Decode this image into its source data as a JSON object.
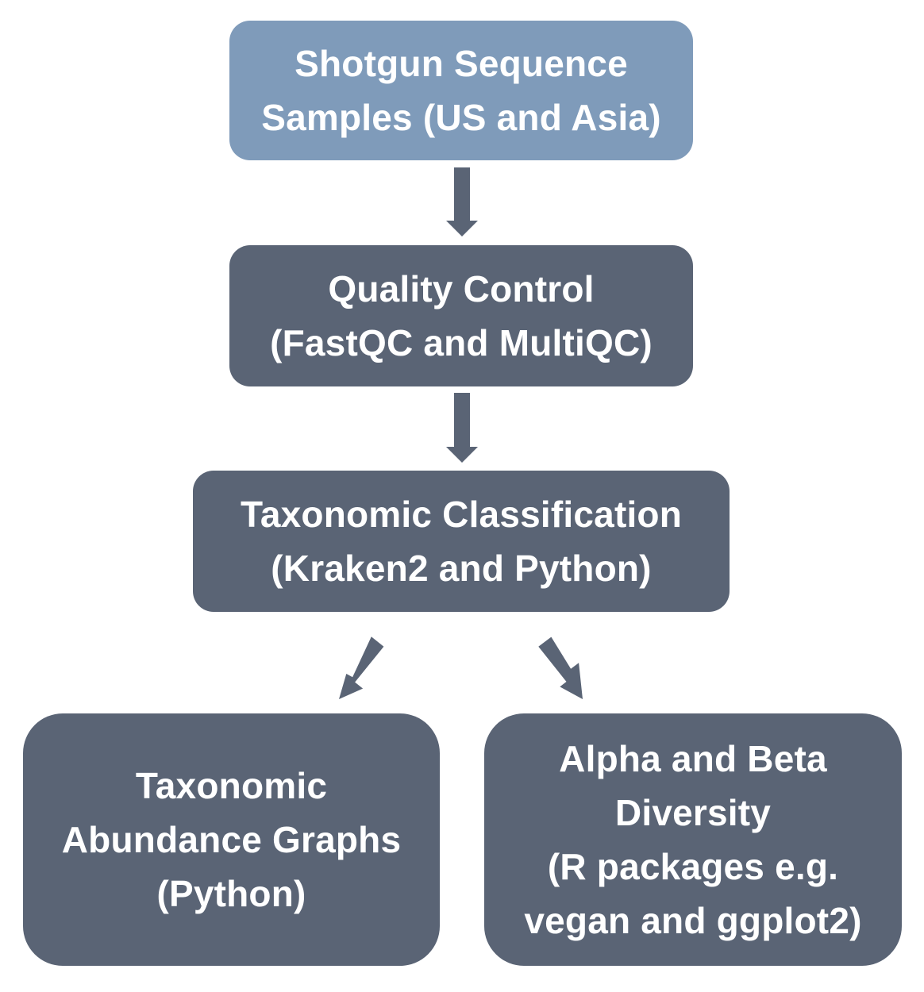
{
  "diagram": {
    "nodes": {
      "samples": {
        "lines": [
          "Shotgun Sequence",
          "Samples (US and Asia)"
        ]
      },
      "quality_control": {
        "lines": [
          "Quality Control",
          "(FastQC and MultiQC)"
        ]
      },
      "taxonomic_classification": {
        "lines": [
          "Taxonomic Classification",
          "(Kraken2 and Python)"
        ]
      },
      "abundance_graphs": {
        "lines": [
          "Taxonomic",
          "Abundance Graphs",
          "(Python)"
        ]
      },
      "diversity": {
        "lines": [
          "Alpha and Beta",
          "Diversity",
          "(R packages e.g.",
          "vegan and ggplot2)"
        ]
      }
    },
    "edges": [
      {
        "from": "samples",
        "to": "quality_control"
      },
      {
        "from": "quality_control",
        "to": "taxonomic_classification"
      },
      {
        "from": "taxonomic_classification",
        "to": "abundance_graphs"
      },
      {
        "from": "taxonomic_classification",
        "to": "diversity"
      }
    ],
    "colors": {
      "start_node": "#7f9bba",
      "process_node": "#5a6475",
      "arrow": "#5a6475",
      "text": "#ffffff"
    }
  }
}
